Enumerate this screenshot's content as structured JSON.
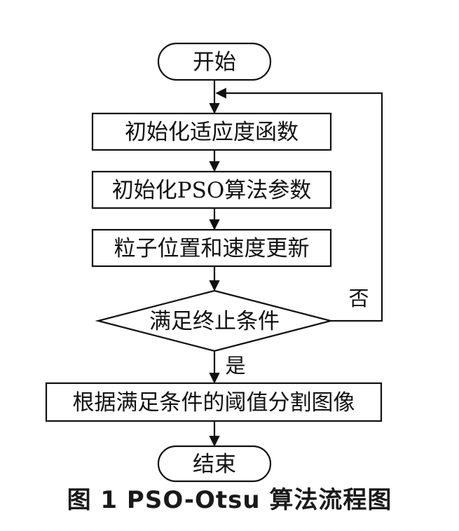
{
  "nodes": {
    "start": "开始",
    "init_fitness": "初始化适应度函数",
    "init_pso": "初始化PSO算法参数",
    "update": "粒子位置和速度更新",
    "condition": "满足终止条件",
    "segment": "根据满足条件的阈值分割图像",
    "end": "结束"
  },
  "edges": {
    "no_label": "否",
    "yes_label": "是"
  },
  "caption": "图 1   PSO-Otsu 算法流程图",
  "colors": {
    "stroke": "#111111",
    "fill": "#ffffff"
  }
}
